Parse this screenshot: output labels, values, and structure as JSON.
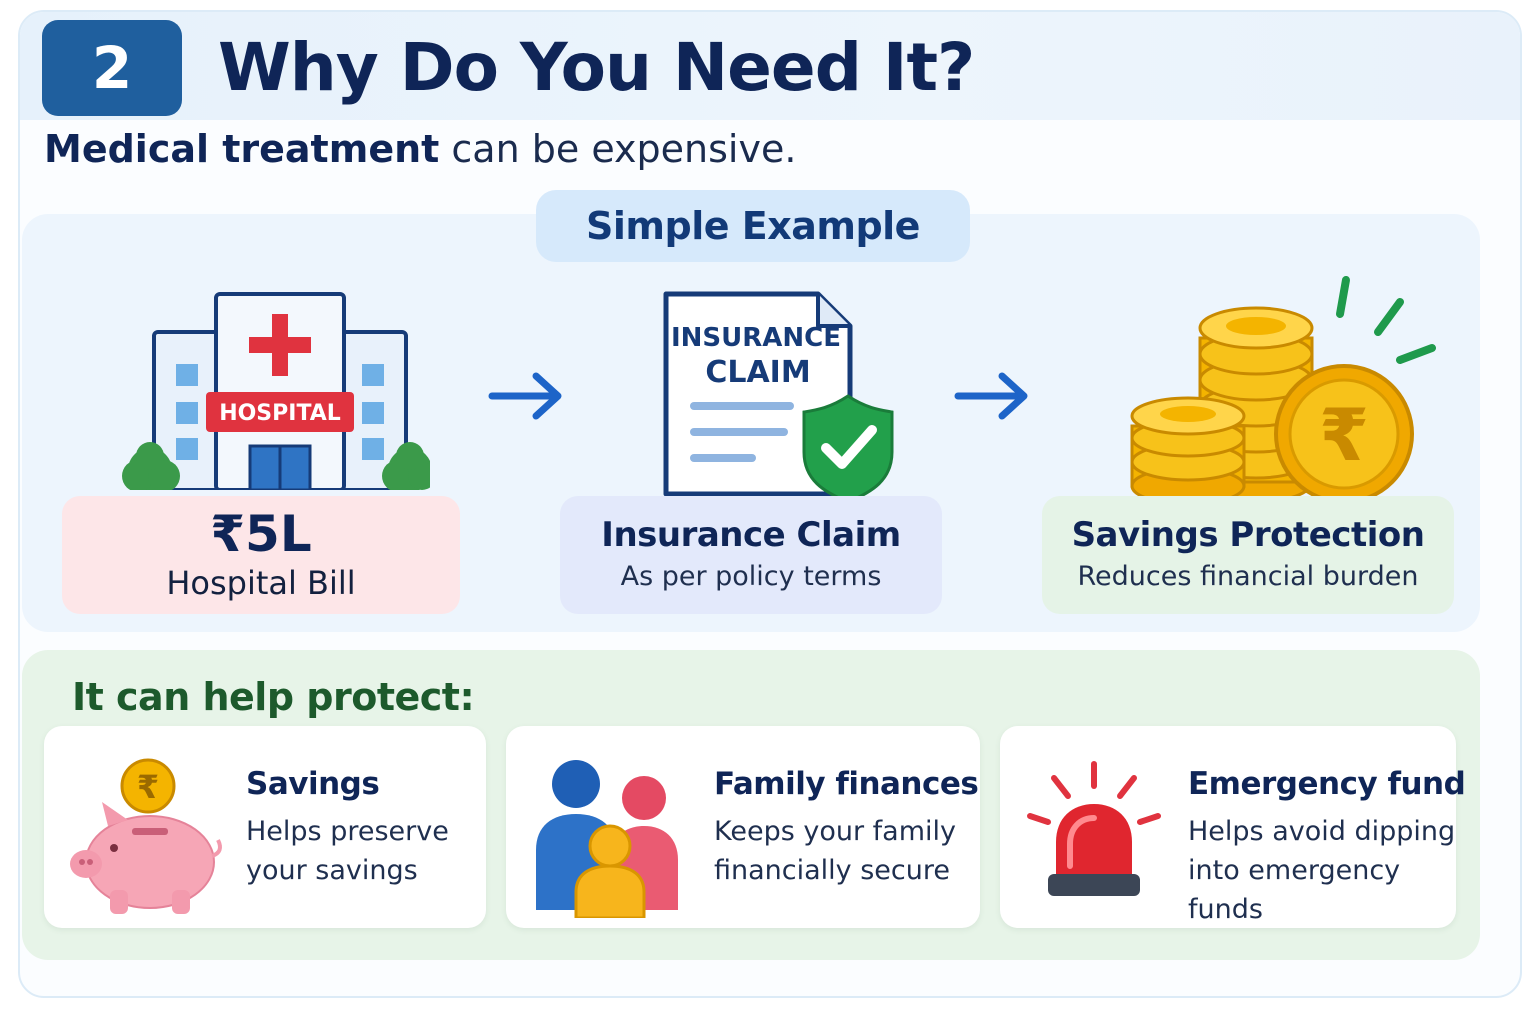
{
  "header": {
    "step_number": "2",
    "title": "Why Do You Need It?"
  },
  "subtitle": {
    "emphasis": "Medical treatment",
    "rest": " can be expensive."
  },
  "example": {
    "pill_label": "Simple Example",
    "hospital": {
      "sign": "HOSPITAL",
      "amount": "₹5L",
      "caption": "Hospital Bill"
    },
    "claim": {
      "doc_line1": "INSURANCE",
      "doc_line2": "CLAIM",
      "title": "Insurance Claim",
      "caption": "As per policy terms"
    },
    "savings": {
      "coin_symbol": "₹",
      "title": "Savings Protection",
      "caption": "Reduces financial burden"
    }
  },
  "protect": {
    "title": "It can help protect:",
    "items": [
      {
        "icon": "piggy-bank-icon",
        "coin_symbol": "₹",
        "title": "Savings",
        "desc_line1": "Helps preserve",
        "desc_line2": "your savings"
      },
      {
        "icon": "family-icon",
        "title": "Family finances",
        "desc_line1": "Keeps your family",
        "desc_line2": "financially secure"
      },
      {
        "icon": "emergency-siren-icon",
        "title": "Emergency fund",
        "desc_line1": "Helps avoid dipping",
        "desc_line2": "into emergency funds"
      }
    ]
  },
  "colors": {
    "navy": "#0f2557",
    "badge_blue": "#1f5f9e",
    "arrow_blue": "#1d64c8",
    "hospital_red": "#e0333f",
    "shield_green": "#22a04b",
    "coin_gold": "#f4b400",
    "protect_green": "#1d5a2c"
  }
}
